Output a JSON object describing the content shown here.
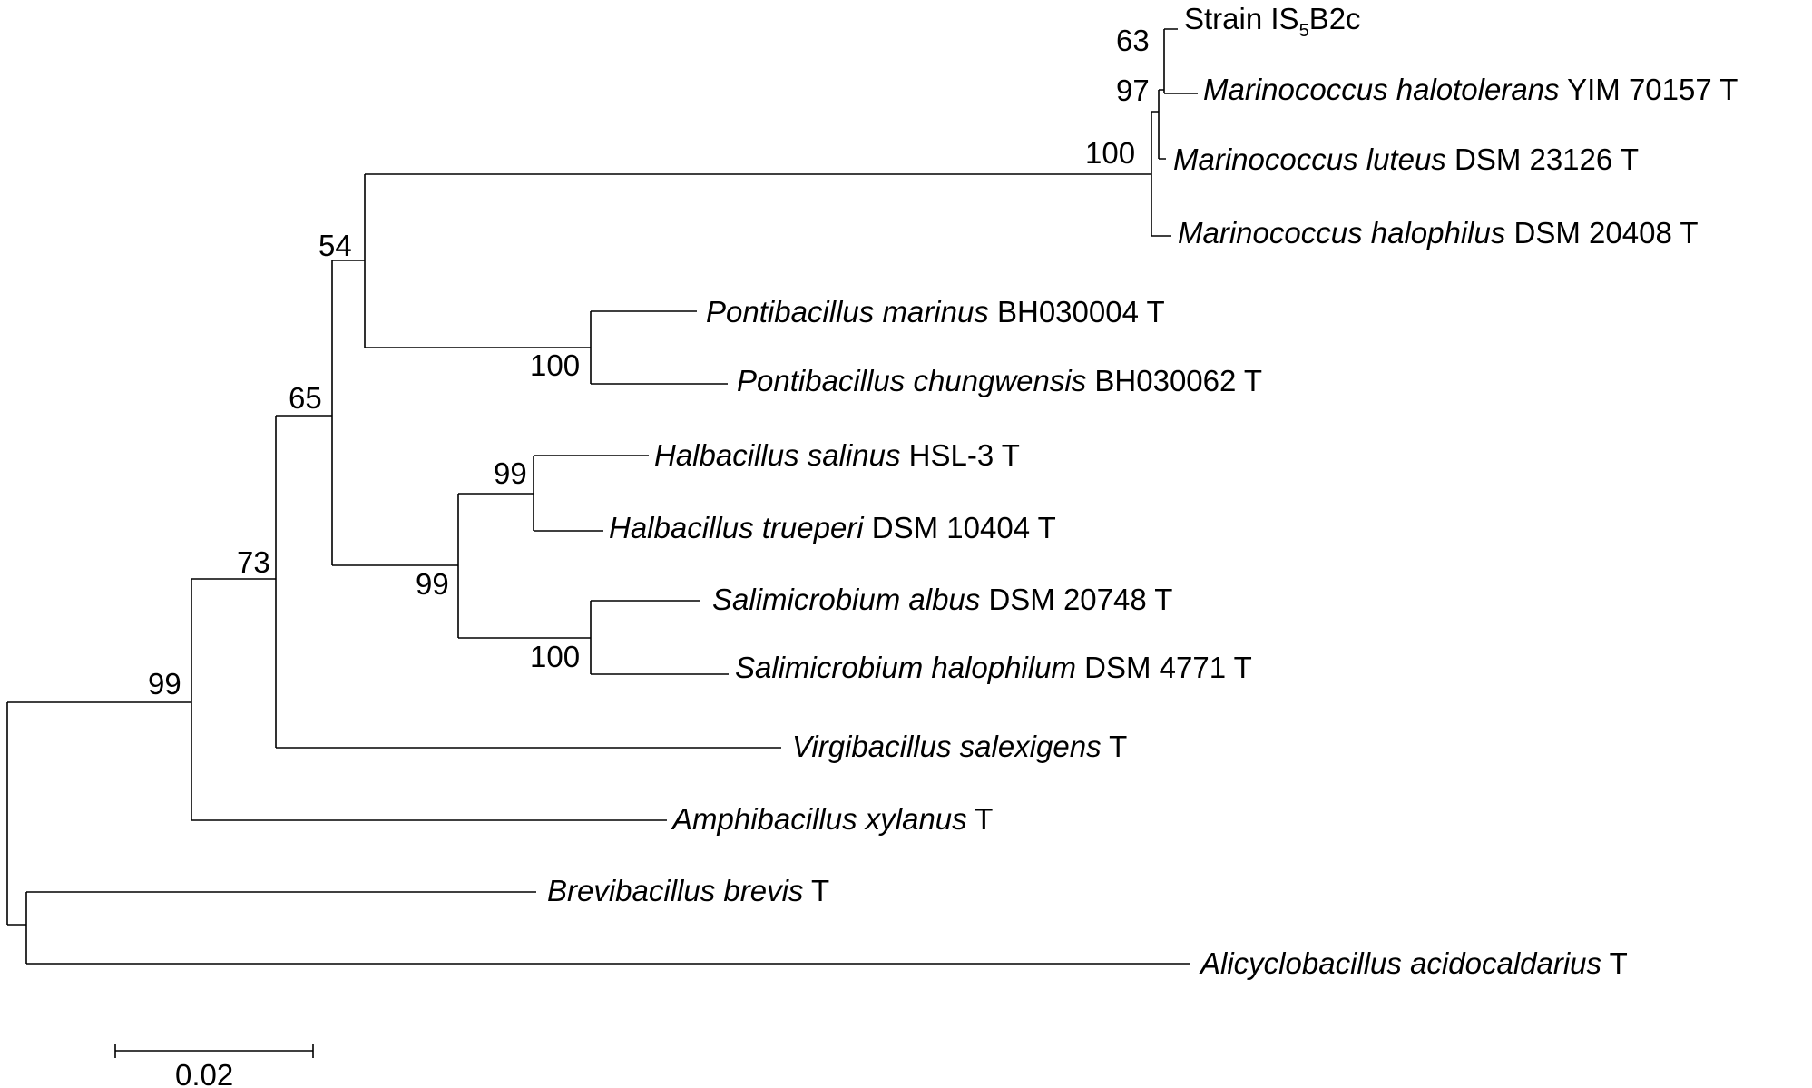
{
  "tree": {
    "taxa": [
      {
        "italic": "",
        "plain": "Strain IS",
        "sub": "5",
        "suffix": "B2c"
      },
      {
        "italic": "Marinococcus halotolerans",
        "plain": " YIM 70157 T"
      },
      {
        "italic": "Marinococcus luteus",
        "plain": " DSM 23126 T"
      },
      {
        "italic": "Marinococcus halophilus",
        "plain": " DSM 20408 T"
      },
      {
        "italic": "Pontibacillus marinus",
        "plain": " BH030004 T"
      },
      {
        "italic": "Pontibacillus chungwensis",
        "plain": " BH030062 T"
      },
      {
        "italic": "Halbacillus salinus",
        "plain": " HSL-3 T"
      },
      {
        "italic": "Halbacillus trueperi",
        "plain": " DSM 10404 T"
      },
      {
        "italic": "Salimicrobium albus",
        "plain": " DSM 20748 T"
      },
      {
        "italic": "Salimicrobium halophilum",
        "plain": " DSM 4771 T"
      },
      {
        "italic": "Virgibacillus salexigens",
        "plain": " T"
      },
      {
        "italic": "Amphibacillus xylanus",
        "plain": " T"
      },
      {
        "italic": "Brevibacillus brevis",
        "plain": " T"
      },
      {
        "italic": "Alicyclobacillus acidocaldarius",
        "plain": " T"
      }
    ],
    "bootstrap": {
      "strain_halotolerans": "63",
      "strain_halotolerans_luteus": "97",
      "marinococcus": "100",
      "marinococcus_pontibacillus": "54",
      "pontibacillus": "100",
      "halbacillus": "99",
      "halbacillus_salimicrobium": "99",
      "salimicrobium": "100",
      "group_65": "65",
      "group_73": "73",
      "group_99_root": "99"
    }
  },
  "scale": {
    "label": "0.02"
  }
}
